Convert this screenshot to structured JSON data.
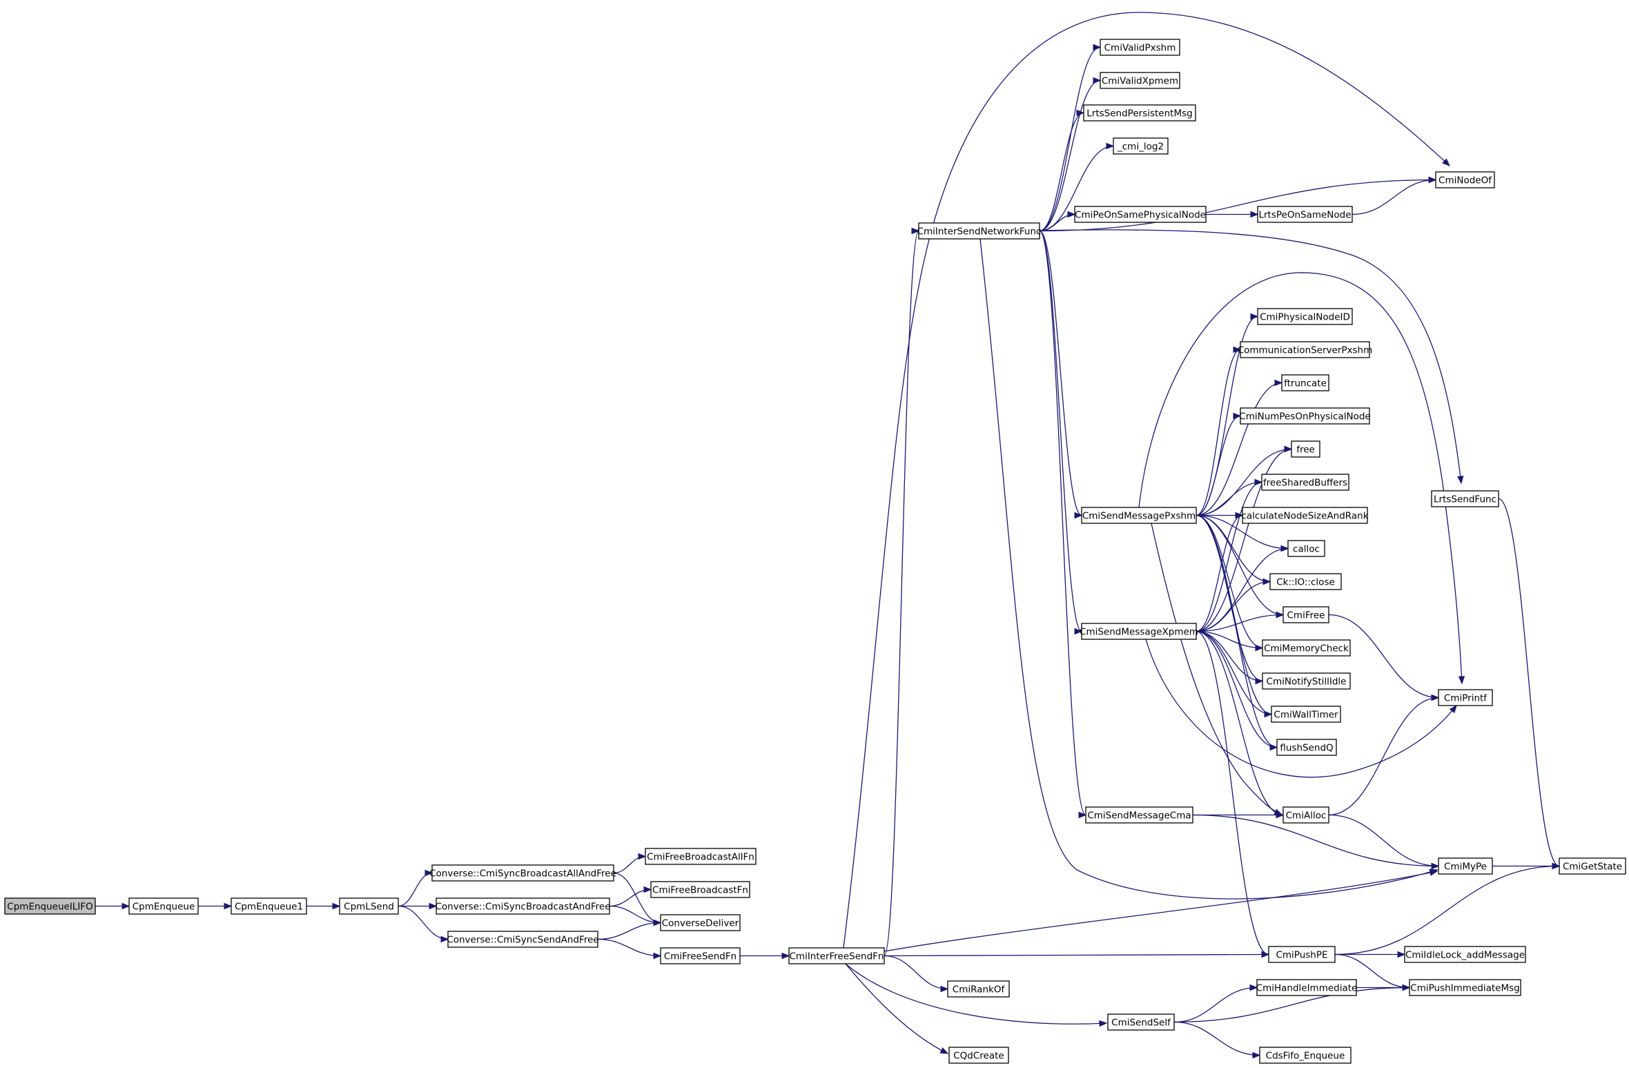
{
  "diagram": {
    "colors": {
      "edge": "#191970",
      "node_border_default": "#000000",
      "node_border_truncated": "#ff0000",
      "node_fill_default": "#ffffff",
      "node_fill_root": "#bfbfbf"
    },
    "nodes": [
      {
        "id": "CpmEnqueueILIFO",
        "label": "CpmEnqueueILIFO",
        "style": "root"
      },
      {
        "id": "CpmEnqueue",
        "label": "CpmEnqueue"
      },
      {
        "id": "CpmEnqueue1",
        "label": "CpmEnqueue1"
      },
      {
        "id": "CpmLSend",
        "label": "CpmLSend"
      },
      {
        "id": "SyncBcastAllAndFree",
        "label": "Converse::CmiSyncBroadcastAllAndFree"
      },
      {
        "id": "SyncBcastAndFree",
        "label": "Converse::CmiSyncBroadcastAndFree"
      },
      {
        "id": "SyncSendAndFree",
        "label": "Converse::CmiSyncSendAndFree"
      },
      {
        "id": "CmiFreeBroadcastAllFn",
        "label": "CmiFreeBroadcastAllFn"
      },
      {
        "id": "CmiFreeBroadcastFn",
        "label": "CmiFreeBroadcastFn"
      },
      {
        "id": "ConverseDeliver",
        "label": "ConverseDeliver"
      },
      {
        "id": "CmiFreeSendFn",
        "label": "CmiFreeSendFn"
      },
      {
        "id": "CmiInterFreeSendFn",
        "label": "CmiInterFreeSendFn"
      },
      {
        "id": "CmiInterSendNetworkFunc",
        "label": "CmiInterSendNetworkFunc"
      },
      {
        "id": "CmiValidPxshm",
        "label": "CmiValidPxshm"
      },
      {
        "id": "CmiValidXpmem",
        "label": "CmiValidXpmem"
      },
      {
        "id": "LrtsSendPersistentMsg",
        "label": "LrtsSendPersistentMsg"
      },
      {
        "id": "cmi_log2",
        "label": "_cmi_log2"
      },
      {
        "id": "CmiPeOnSamePhysicalNode",
        "label": "CmiPeOnSamePhysicalNode"
      },
      {
        "id": "LrtsPeOnSameNode",
        "label": "LrtsPeOnSameNode"
      },
      {
        "id": "CmiNodeOf",
        "label": "CmiNodeOf"
      },
      {
        "id": "CmiPhysicalNodeID",
        "label": "CmiPhysicalNodeID",
        "style": "truncated"
      },
      {
        "id": "CommunicationServerPxshm",
        "label": "CommunicationServerPxshm"
      },
      {
        "id": "ftruncate",
        "label": "ftruncate"
      },
      {
        "id": "CmiNumPesOnPhysicalNode",
        "label": "CmiNumPesOnPhysicalNode",
        "style": "truncated"
      },
      {
        "id": "free",
        "label": "free",
        "style": "truncated"
      },
      {
        "id": "freeSharedBuffers",
        "label": "freeSharedBuffers"
      },
      {
        "id": "CmiSendMessagePxshm",
        "label": "CmiSendMessagePxshm",
        "style": "truncated"
      },
      {
        "id": "calculateNodeSizeAndRank",
        "label": "calculateNodeSizeAndRank"
      },
      {
        "id": "LrtsSendFunc",
        "label": "LrtsSendFunc",
        "style": "truncated"
      },
      {
        "id": "calloc",
        "label": "calloc",
        "style": "truncated"
      },
      {
        "id": "CkIOclose",
        "label": "Ck::IO::close"
      },
      {
        "id": "CmiSendMessageXpmem",
        "label": "CmiSendMessageXpmem",
        "style": "truncated"
      },
      {
        "id": "CmiFree",
        "label": "CmiFree",
        "style": "truncated"
      },
      {
        "id": "CmiMemoryCheck",
        "label": "CmiMemoryCheck",
        "style": "truncated"
      },
      {
        "id": "CmiNotifyStillIdle",
        "label": "CmiNotifyStillIdle"
      },
      {
        "id": "CmiPrintf",
        "label": "CmiPrintf"
      },
      {
        "id": "CmiWallTimer",
        "label": "CmiWallTimer"
      },
      {
        "id": "flushSendQ",
        "label": "flushSendQ"
      },
      {
        "id": "CmiSendMessageCma",
        "label": "CmiSendMessageCma"
      },
      {
        "id": "CmiAlloc",
        "label": "CmiAlloc",
        "style": "truncated"
      },
      {
        "id": "CmiMyPe",
        "label": "CmiMyPe"
      },
      {
        "id": "CmiGetState",
        "label": "CmiGetState"
      },
      {
        "id": "CmiPushPE",
        "label": "CmiPushPE"
      },
      {
        "id": "CmiIdleLock_addMessage",
        "label": "CmiIdleLock_addMessage"
      },
      {
        "id": "CmiRankOf",
        "label": "CmiRankOf"
      },
      {
        "id": "CmiHandleImmediate",
        "label": "CmiHandleImmediate",
        "style": "truncated"
      },
      {
        "id": "CmiPushImmediateMsg",
        "label": "CmiPushImmediateMsg",
        "style": "truncated"
      },
      {
        "id": "CmiSendSelf",
        "label": "CmiSendSelf"
      },
      {
        "id": "CQdCreate",
        "label": "CQdCreate"
      },
      {
        "id": "CdsFifo_Enqueue",
        "label": "CdsFifo_Enqueue"
      }
    ],
    "edges": [
      {
        "from": "CpmEnqueueILIFO",
        "to": "CpmEnqueue"
      },
      {
        "from": "CpmEnqueue",
        "to": "CpmEnqueue1"
      },
      {
        "from": "CpmEnqueue1",
        "to": "CpmLSend"
      },
      {
        "from": "CpmLSend",
        "to": "SyncBcastAllAndFree"
      },
      {
        "from": "CpmLSend",
        "to": "SyncBcastAndFree"
      },
      {
        "from": "CpmLSend",
        "to": "SyncSendAndFree"
      },
      {
        "from": "SyncBcastAllAndFree",
        "to": "CmiFreeBroadcastAllFn"
      },
      {
        "from": "SyncBcastAllAndFree",
        "to": "ConverseDeliver"
      },
      {
        "from": "SyncBcastAndFree",
        "to": "CmiFreeBroadcastFn"
      },
      {
        "from": "SyncBcastAndFree",
        "to": "ConverseDeliver"
      },
      {
        "from": "SyncSendAndFree",
        "to": "ConverseDeliver"
      },
      {
        "from": "SyncSendAndFree",
        "to": "CmiFreeSendFn"
      },
      {
        "from": "CmiFreeSendFn",
        "to": "CmiInterFreeSendFn"
      },
      {
        "from": "CmiInterFreeSendFn",
        "to": "CmiInterSendNetworkFunc"
      },
      {
        "from": "CmiInterFreeSendFn",
        "to": "CmiNodeOf"
      },
      {
        "from": "CmiInterFreeSendFn",
        "to": "CmiMyPe"
      },
      {
        "from": "CmiInterFreeSendFn",
        "to": "CmiPushPE"
      },
      {
        "from": "CmiInterFreeSendFn",
        "to": "CmiRankOf"
      },
      {
        "from": "CmiInterFreeSendFn",
        "to": "CmiSendSelf"
      },
      {
        "from": "CmiInterFreeSendFn",
        "to": "CQdCreate"
      },
      {
        "from": "CmiInterSendNetworkFunc",
        "to": "CmiValidPxshm"
      },
      {
        "from": "CmiInterSendNetworkFunc",
        "to": "CmiValidXpmem"
      },
      {
        "from": "CmiInterSendNetworkFunc",
        "to": "LrtsSendPersistentMsg"
      },
      {
        "from": "CmiInterSendNetworkFunc",
        "to": "cmi_log2"
      },
      {
        "from": "CmiInterSendNetworkFunc",
        "to": "CmiNodeOf"
      },
      {
        "from": "CmiInterSendNetworkFunc",
        "to": "CmiPeOnSamePhysicalNode"
      },
      {
        "from": "CmiInterSendNetworkFunc",
        "to": "LrtsSendFunc"
      },
      {
        "from": "CmiInterSendNetworkFunc",
        "to": "CmiSendMessagePxshm"
      },
      {
        "from": "CmiInterSendNetworkFunc",
        "to": "CmiSendMessageXpmem"
      },
      {
        "from": "CmiInterSendNetworkFunc",
        "to": "CmiSendMessageCma"
      },
      {
        "from": "CmiInterSendNetworkFunc",
        "to": "CmiMyPe"
      },
      {
        "from": "CmiPeOnSamePhysicalNode",
        "to": "LrtsPeOnSameNode"
      },
      {
        "from": "LrtsPeOnSameNode",
        "to": "CmiNodeOf"
      },
      {
        "from": "CmiSendMessagePxshm",
        "to": "CmiPhysicalNodeID"
      },
      {
        "from": "CmiSendMessagePxshm",
        "to": "CommunicationServerPxshm"
      },
      {
        "from": "CmiSendMessagePxshm",
        "to": "ftruncate"
      },
      {
        "from": "CmiSendMessagePxshm",
        "to": "CmiNumPesOnPhysicalNode"
      },
      {
        "from": "CmiSendMessagePxshm",
        "to": "free"
      },
      {
        "from": "CmiSendMessagePxshm",
        "to": "freeSharedBuffers"
      },
      {
        "from": "CmiSendMessagePxshm",
        "to": "calculateNodeSizeAndRank"
      },
      {
        "from": "CmiSendMessagePxshm",
        "to": "calloc"
      },
      {
        "from": "CmiSendMessagePxshm",
        "to": "CkIOclose"
      },
      {
        "from": "CmiSendMessagePxshm",
        "to": "CmiFree"
      },
      {
        "from": "CmiSendMessagePxshm",
        "to": "CmiMemoryCheck"
      },
      {
        "from": "CmiSendMessagePxshm",
        "to": "CmiNotifyStillIdle"
      },
      {
        "from": "CmiSendMessagePxshm",
        "to": "CmiWallTimer"
      },
      {
        "from": "CmiSendMessagePxshm",
        "to": "flushSendQ"
      },
      {
        "from": "CmiSendMessagePxshm",
        "to": "CmiAlloc"
      },
      {
        "from": "CmiSendMessagePxshm",
        "to": "CmiPrintf"
      },
      {
        "from": "CmiSendMessageXpmem",
        "to": "free"
      },
      {
        "from": "CmiSendMessageXpmem",
        "to": "freeSharedBuffers"
      },
      {
        "from": "CmiSendMessageXpmem",
        "to": "calculateNodeSizeAndRank"
      },
      {
        "from": "CmiSendMessageXpmem",
        "to": "calloc"
      },
      {
        "from": "CmiSendMessageXpmem",
        "to": "CkIOclose"
      },
      {
        "from": "CmiSendMessageXpmem",
        "to": "CmiFree"
      },
      {
        "from": "CmiSendMessageXpmem",
        "to": "CmiMemoryCheck"
      },
      {
        "from": "CmiSendMessageXpmem",
        "to": "CmiNotifyStillIdle"
      },
      {
        "from": "CmiSendMessageXpmem",
        "to": "CmiWallTimer"
      },
      {
        "from": "CmiSendMessageXpmem",
        "to": "flushSendQ"
      },
      {
        "from": "CmiSendMessageXpmem",
        "to": "CmiAlloc"
      },
      {
        "from": "CmiSendMessageXpmem",
        "to": "CmiPrintf"
      },
      {
        "from": "CmiSendMessageXpmem",
        "to": "CmiPushPE"
      },
      {
        "from": "CmiSendMessageCma",
        "to": "CmiAlloc"
      },
      {
        "from": "CmiSendMessageCma",
        "to": "CmiMyPe"
      },
      {
        "from": "CmiFree",
        "to": "CmiPrintf"
      },
      {
        "from": "CmiAlloc",
        "to": "CmiPrintf"
      },
      {
        "from": "CmiAlloc",
        "to": "CmiMyPe"
      },
      {
        "from": "CmiMyPe",
        "to": "CmiGetState"
      },
      {
        "from": "LrtsSendFunc",
        "to": "CmiGetState"
      },
      {
        "from": "CmiPushPE",
        "to": "CmiIdleLock_addMessage"
      },
      {
        "from": "CmiPushPE",
        "to": "CmiPushImmediateMsg"
      },
      {
        "from": "CmiPushPE",
        "to": "CmiGetState"
      },
      {
        "from": "CmiSendSelf",
        "to": "CmiHandleImmediate"
      },
      {
        "from": "CmiSendSelf",
        "to": "CmiPushImmediateMsg"
      },
      {
        "from": "CmiSendSelf",
        "to": "CdsFifo_Enqueue"
      },
      {
        "from": "CmiHandleImmediate",
        "to": "CmiPushImmediateMsg"
      }
    ]
  }
}
